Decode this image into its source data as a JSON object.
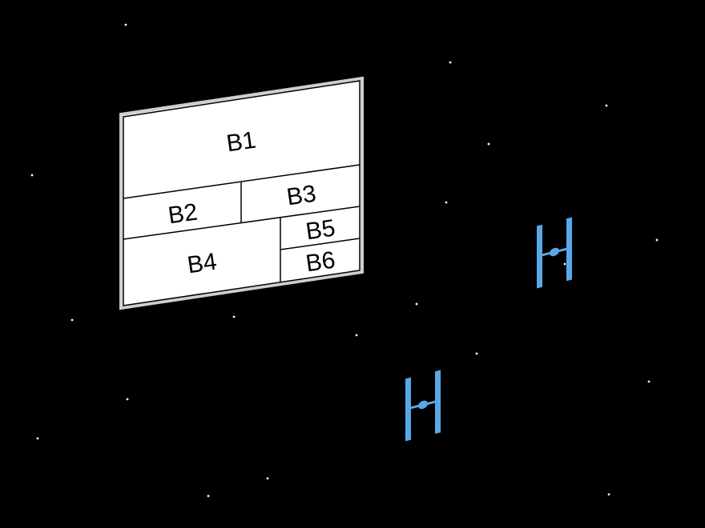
{
  "colors": {
    "background": "#000000",
    "panel_fill": "#ffffff",
    "panel_stroke": "#000000",
    "panel_border": "#dddddd",
    "star": "#ffffff",
    "ship": "#5aa8e6"
  },
  "panel": {
    "blocks": [
      {
        "id": "b1",
        "label": "B1"
      },
      {
        "id": "b2",
        "label": "B2"
      },
      {
        "id": "b3",
        "label": "B3"
      },
      {
        "id": "b4",
        "label": "B4"
      },
      {
        "id": "b5",
        "label": "B5"
      },
      {
        "id": "b6",
        "label": "B6"
      }
    ]
  },
  "icons": {
    "ship": "tie-fighter-icon",
    "star": "star-dot"
  },
  "ships_count": 2,
  "stars_count": 19
}
